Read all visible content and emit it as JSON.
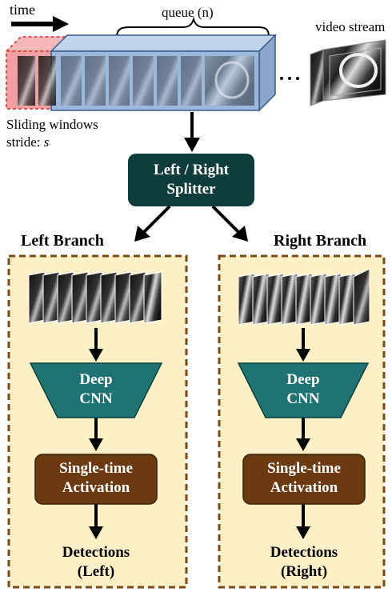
{
  "labels": {
    "time": "time",
    "queue": "queue (n)",
    "video_stream": "video stream",
    "sliding_windows": "Sliding windows",
    "stride_prefix": "stride: ",
    "stride_var": "s",
    "splitter_line1": "Left / Right",
    "splitter_line2": "Splitter",
    "left_branch": "Left Branch",
    "right_branch": "Right Branch",
    "cnn_line1": "Deep",
    "cnn_line2": "CNN",
    "activation_line1": "Single-time",
    "activation_line2": "Activation",
    "detections": "Detections",
    "left_tag": "(Left)",
    "right_tag": "(Right)"
  },
  "colors": {
    "splitter": "#0f3d3d",
    "cnn": "#1f7272",
    "activation": "#6b3a10",
    "branch_bg": "#fdf0c6",
    "branch_border": "#7a4a14",
    "queue_fill": "#9cb9dd",
    "window_fill": "#f0a8a8",
    "window_border": "#e05050"
  },
  "icons": [
    "arrow-right-icon",
    "arrow-down-icon",
    "arrow-diagonal-icon",
    "brace-icon",
    "ellipsis-icon"
  ]
}
